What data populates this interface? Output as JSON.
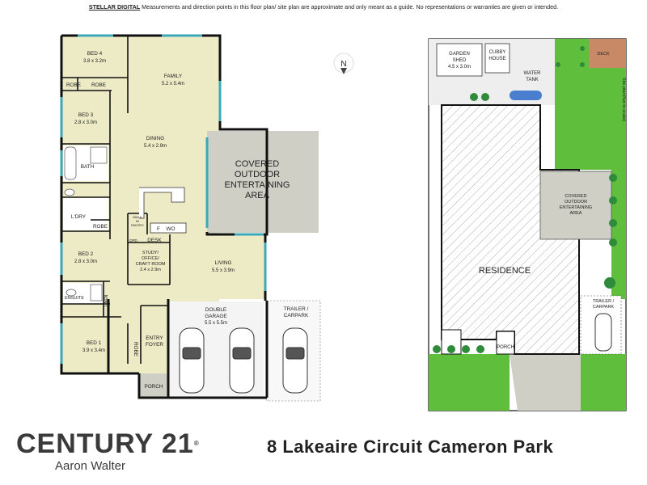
{
  "disclaimer": {
    "brand": "STELLAR DIGITAL",
    "text": "Measurements and direction points in this floor plan/ site plan are approximate and only meant as a guide. No representations or warranties are given or intended."
  },
  "floor_plan": {
    "compass": "N",
    "rooms": {
      "bed4": {
        "name": "BED 4",
        "dim": "3.8 x 3.2m"
      },
      "robe_a": {
        "name": "ROBE"
      },
      "robe_b": {
        "name": "ROBE"
      },
      "family": {
        "name": "FAMILY",
        "dim": "5.2 x 5.4m"
      },
      "bed3": {
        "name": "BED 3",
        "dim": "2.8 x 3.0m"
      },
      "dining": {
        "name": "DINING",
        "dim": "5.4 x 2.9m"
      },
      "bath": {
        "name": "BATH"
      },
      "covered": {
        "line1": "COVERED",
        "line2": "OUTDOOR",
        "line3": "ENTERTAINING",
        "line4": "AREA"
      },
      "ldry": {
        "name": "L'DRY"
      },
      "robe_c": {
        "name": "ROBE"
      },
      "walk_in_pantry": {
        "line1": "WALK",
        "line2": "IN",
        "line3": "PANTRY"
      },
      "fridge": {
        "name": "F"
      },
      "wo": {
        "name": "WO"
      },
      "desk": {
        "name": "DESK"
      },
      "dpd": {
        "name": "DPD"
      },
      "bed2": {
        "name": "BED 2",
        "dim": "2.8 x 3.0m"
      },
      "study": {
        "line1": "STUDY/",
        "line2": "OFFICE/",
        "line3": "CRAFT ROOM",
        "dim": "2.4 x 2.9m"
      },
      "living": {
        "name": "LIVING",
        "dim": "5.5 x 3.9m"
      },
      "ensuite": {
        "name": "ENSUITE"
      },
      "linen": {
        "name": "LINEN"
      },
      "double_garage": {
        "line1": "DOUBLE",
        "line2": "GARAGE",
        "dim": "5.5 x 5.5m"
      },
      "trailer": {
        "line1": "TRAILER /",
        "line2": "CARPARK"
      },
      "bed1": {
        "name": "BED 1",
        "dim": "3.9 x 3.4m"
      },
      "robe_d": {
        "name": "ROBE"
      },
      "entry": {
        "line1": "ENTRY",
        "line2": "FOYER"
      },
      "porch": {
        "name": "PORCH"
      }
    }
  },
  "site_plan": {
    "garden_shed": {
      "line1": "GARDEN",
      "line2": "SHED",
      "dim": "4.5 x 3.0m"
    },
    "cubby": {
      "line1": "CUBBY",
      "line2": "HOUSE"
    },
    "deck": {
      "name": "DECK"
    },
    "water_tank": {
      "line1": "WATER",
      "line2": "TANK"
    },
    "side_note": "Site plan(Not to scale)",
    "covered": {
      "line1": "COVERED",
      "line2": "OUTDOOR",
      "line3": "ENTERTAINING",
      "line4": "AREA"
    },
    "residence": "RESIDENCE",
    "trailer": {
      "line1": "TRAILER /",
      "line2": "CARPARK"
    },
    "porch": "PORCH"
  },
  "branding": {
    "logo_main": "CENTURY 21",
    "logo_reg": "®",
    "logo_sub": "Aaron Walter"
  },
  "address": "8 Lakeaire Circuit Cameron Park",
  "colors": {
    "room_fill": "#ecebc6",
    "outdoor_fill": "#cfcfc5",
    "garage_fill": "#f4f4f4",
    "wall": "#111111",
    "window": "#3aa8b8",
    "grass": "#5fbf3c",
    "water_tank": "#4a7fd0"
  }
}
